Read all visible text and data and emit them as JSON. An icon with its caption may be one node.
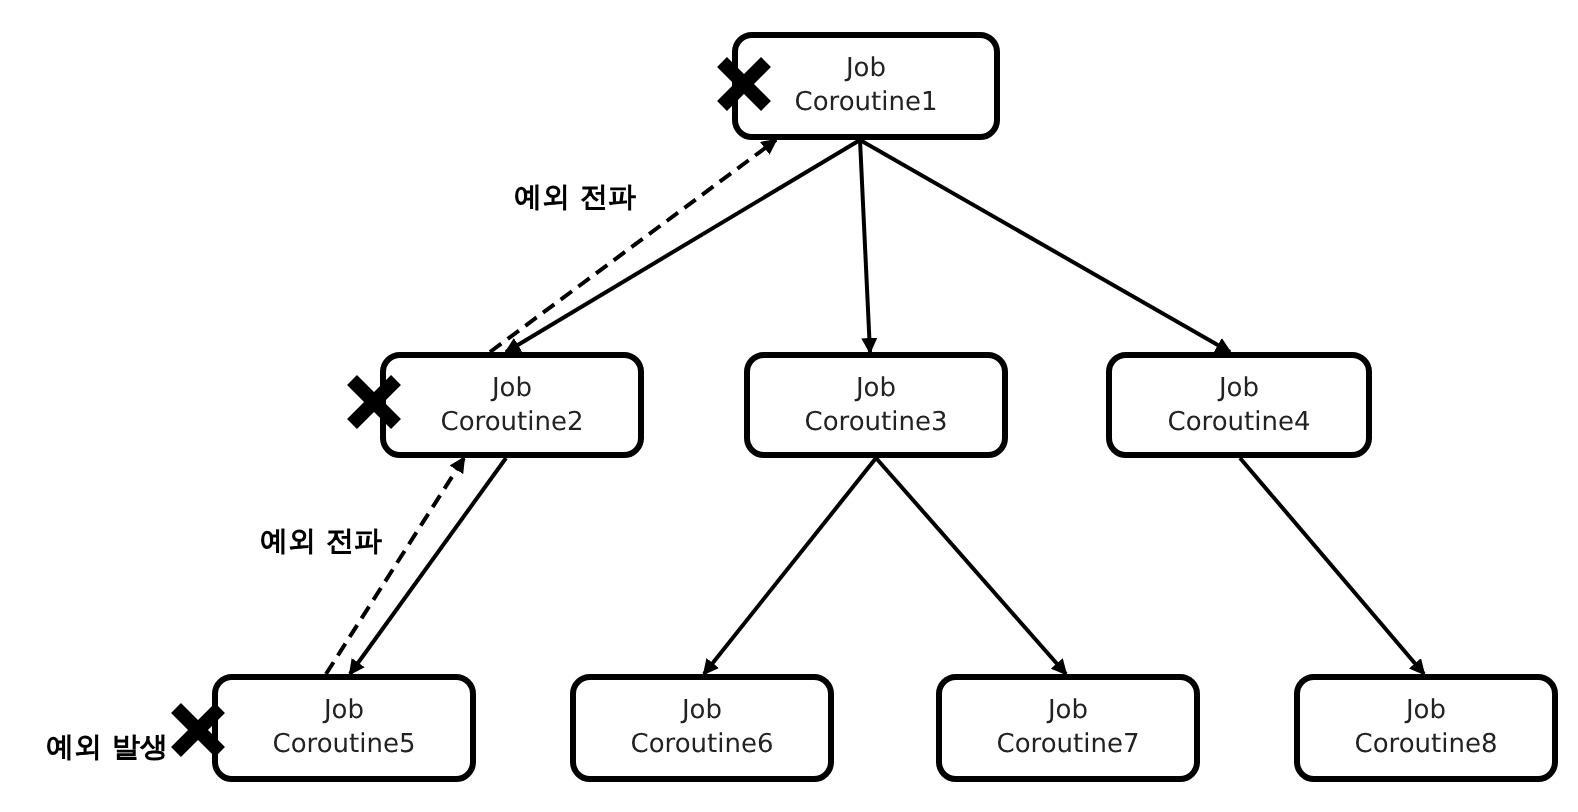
{
  "diagram": {
    "nodes": [
      {
        "text": [
          "Job Coroutine1"
        ]
      },
      {
        "text": [
          "Job Coroutine2"
        ]
      },
      {
        "text": [
          "Job Coroutine3"
        ]
      },
      {
        "text": [
          "Job Coroutine4"
        ]
      },
      {
        "text": [
          "Job Coroutine5"
        ],
        "beside": [
          "예외 발생"
        ]
      },
      {
        "text": [
          "Job Coroutine6"
        ]
      },
      {
        "text": [
          "Job Coroutine7"
        ]
      },
      {
        "text": [
          "Job Coroutine8"
        ]
      }
    ],
    "edges": [
      {
        "from": 0,
        "to": 1,
        "arrow": "to"
      },
      {
        "from": 0,
        "to": 2,
        "arrow": "to"
      },
      {
        "from": 0,
        "to": 3,
        "arrow": "to"
      },
      {
        "from": 1,
        "to": 4,
        "arrow": "to"
      },
      {
        "from": 2,
        "to": 5,
        "arrow": "to"
      },
      {
        "from": 2,
        "to": 6,
        "arrow": "to"
      },
      {
        "from": 3,
        "to": 7,
        "arrow": "to"
      },
      {
        "from": 4,
        "to": 1,
        "arrow": "to",
        "style": "dashed",
        "label": "예외 전파"
      },
      {
        "from": 1,
        "to": 0,
        "arrow": "to",
        "style": "dashed",
        "label": "예외 전파"
      }
    ]
  }
}
